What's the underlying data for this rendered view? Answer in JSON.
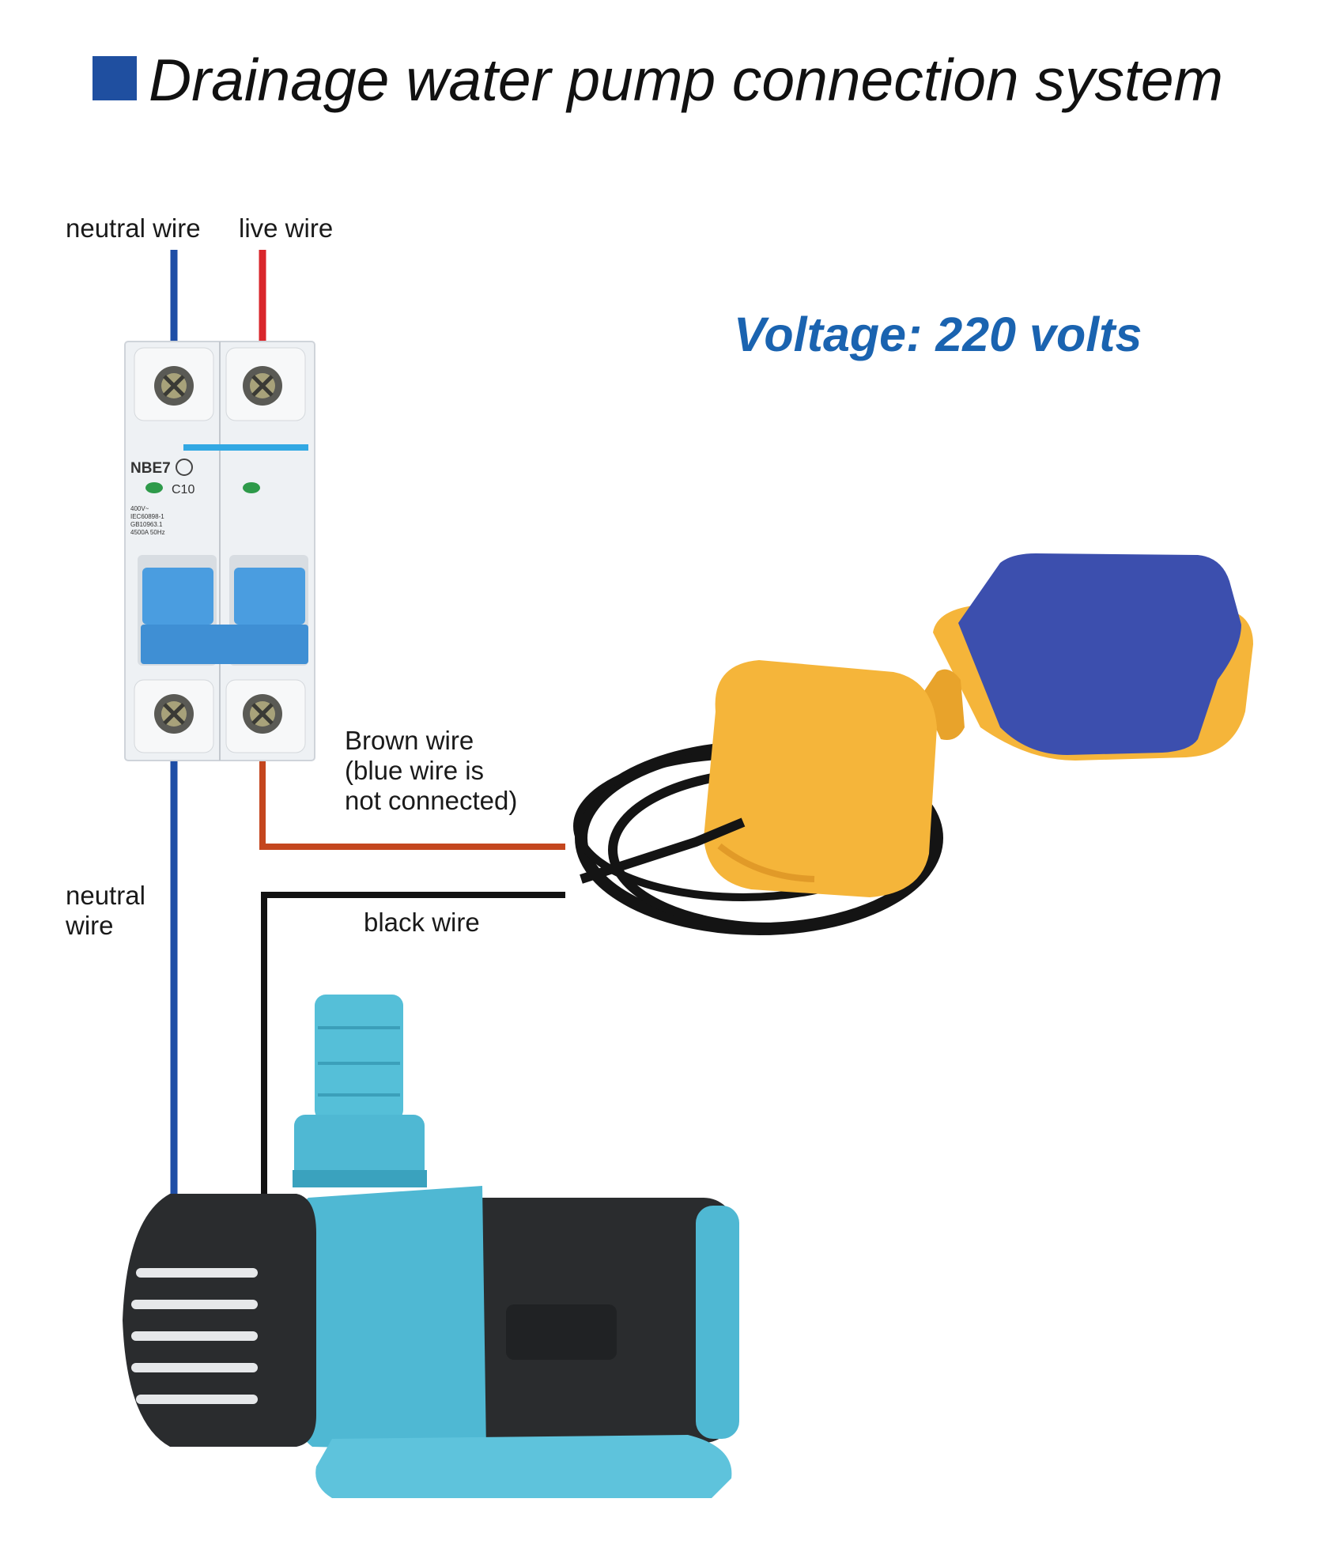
{
  "title": "Drainage water pump connection system",
  "voltage": "Voltage: 220 volts",
  "labels": {
    "neutral_top": "neutral wire",
    "live_top": "live wire",
    "brown_wire": "Brown wire\n(blue wire is\nnot connected)",
    "neutral_side": "neutral\nwire",
    "black_wire": "black wire"
  },
  "breaker": {
    "brand": "NBE7",
    "rating": "C10",
    "fine_print": [
      "400V~",
      "IEC60898-1",
      "GB10963.1",
      "4500A 50Hz"
    ]
  },
  "colors": {
    "neutral": "#1e4ea6",
    "live": "#d9262b",
    "brown": "#c4461e",
    "black": "#111111",
    "title_square": "#1f4fa0",
    "voltage_text": "#1a63b0",
    "float_cap": "#3c4fae",
    "float_body": "#f5b53a",
    "pump_teal": "#4fb8d3",
    "pump_black": "#2a2c2e",
    "breaker_toggle": "#4a9de0"
  }
}
